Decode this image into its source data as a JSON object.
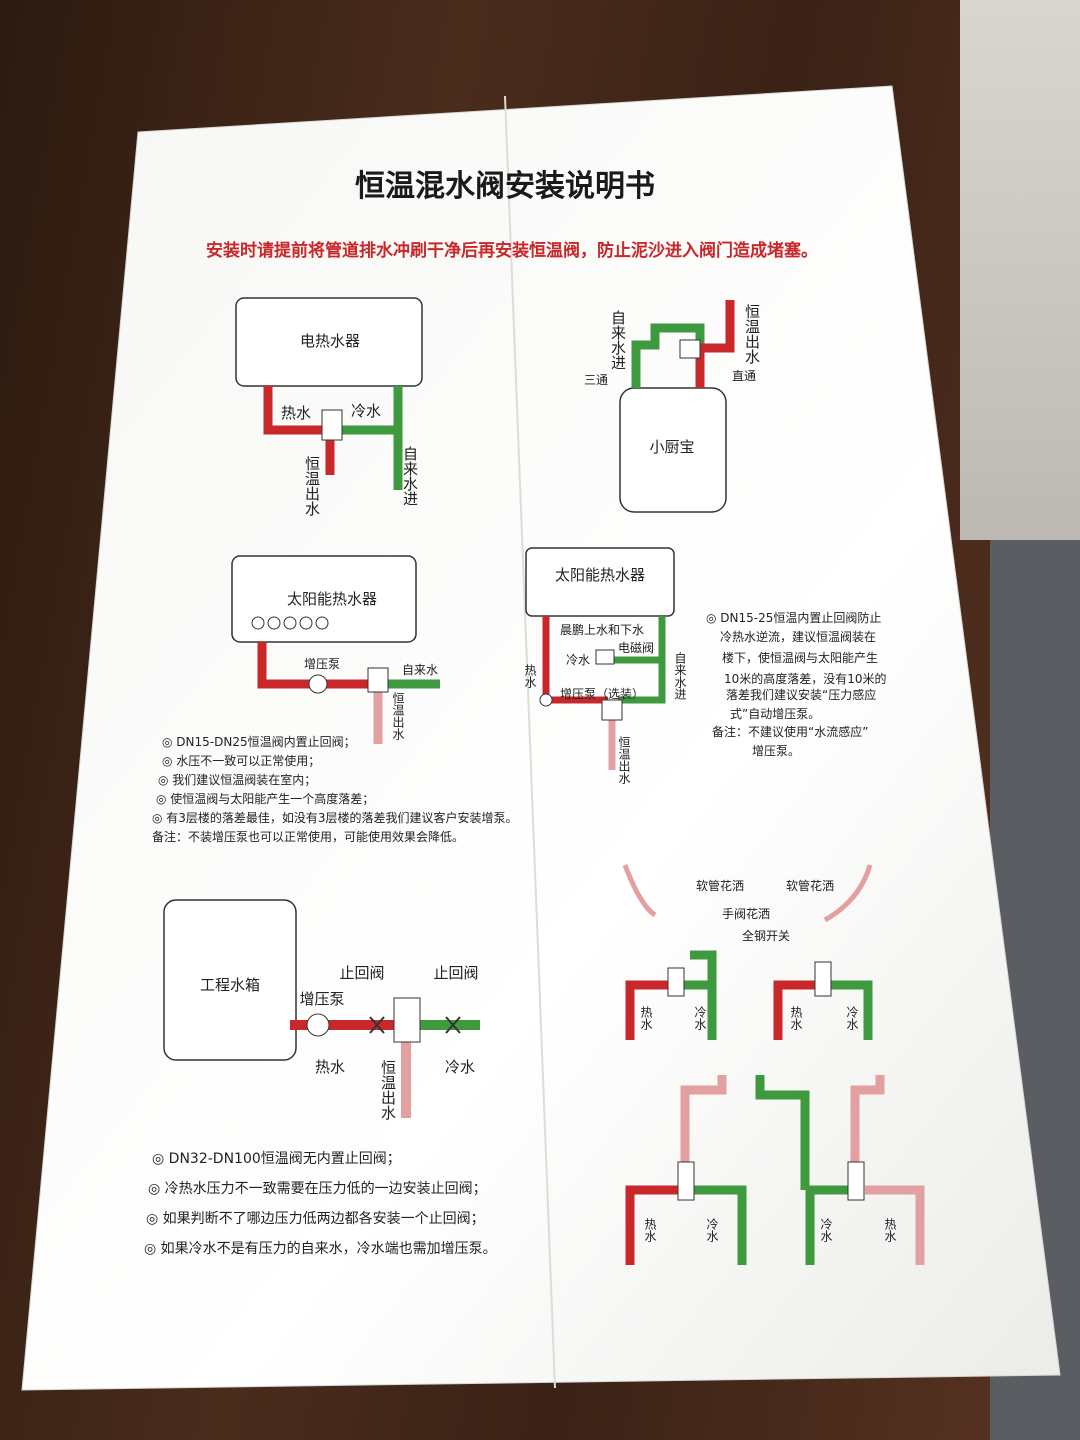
{
  "doc": {
    "title": "恒温混水阀安装说明书",
    "warning": "安装时请提前将管道排水冲刷干净后再安装恒温阀，防止泥沙进入阀门造成堵塞。"
  },
  "diagram1": {
    "heater": "电热水器",
    "hot": "热水",
    "cold": "冷水",
    "out": "恒温出水",
    "tap_in": "自来水进"
  },
  "diagram2": {
    "tap_in": "自来水进",
    "out": "恒温出水",
    "tee": "三通",
    "straight": "直通",
    "heater": "小厨宝"
  },
  "diagram3": {
    "heater": "太阳能热水器",
    "pump": "增压泵",
    "tap_in": "自来水",
    "out": "恒温出水",
    "notes": [
      "◎ DN15-DN25恒温阀内置止回阀；",
      "◎ 水压不一致可以正常使用；",
      "◎ 我们建议恒温阀装在室内；",
      "◎ 使恒温阀与太阳能产生一个高度落差；",
      "◎ 有3层楼的落差最佳，如没有3层楼的落差我们建议客户安装增泵。",
      "备注：不装增压泵也可以正常使用，可能使用效果会降低。"
    ]
  },
  "diagram4": {
    "heater": "太阳能热水器",
    "updown": "晨鹏上水和下水",
    "cold": "冷水",
    "valve": "电磁阀",
    "hot": "热水",
    "pump": "增压泵（选装）",
    "tap_in": "自来水进",
    "out": "恒温出水",
    "notes": [
      "◎ DN15-25恒温内置止回阀防止",
      "冷热水逆流，建议恒温阀装在",
      "楼下，使恒温阀与太阳能产生",
      "10米的高度落差，没有10米的",
      "落差我们建议安装“压力感应",
      "式”自动增压泵。",
      "备注：不建议使用“水流感应”",
      "增压泵。"
    ]
  },
  "diagram5": {
    "tank": "工程水箱",
    "pump": "增压泵",
    "check1": "止回阀",
    "check2": "止回阀",
    "hot": "热水",
    "cold": "冷水",
    "out": "恒温出水",
    "notes": [
      "◎ DN32-DN100恒温阀无内置止回阀；",
      "◎ 冷热水压力不一致需要在压力低的一边安装止回阀；",
      "◎ 如果判断不了哪边压力低两边都各安装一个止回阀；",
      "◎ 如果冷水不是有压力的自来水，冷水端也需加增压泵。"
    ]
  },
  "diagram6": {
    "hose1": "软管花洒",
    "hose2": "软管花洒",
    "hand": "手阀花洒",
    "ball": "全钢开关",
    "hot1": "热水",
    "cold1": "冷水",
    "hot2": "热水",
    "cold2": "冷水",
    "hot3": "热水",
    "cold3": "冷水",
    "hot4": "热水",
    "cold4": "冷水"
  },
  "colors": {
    "hot": "#c8282a",
    "cold": "#3f9a3f",
    "ink": "#222222"
  }
}
